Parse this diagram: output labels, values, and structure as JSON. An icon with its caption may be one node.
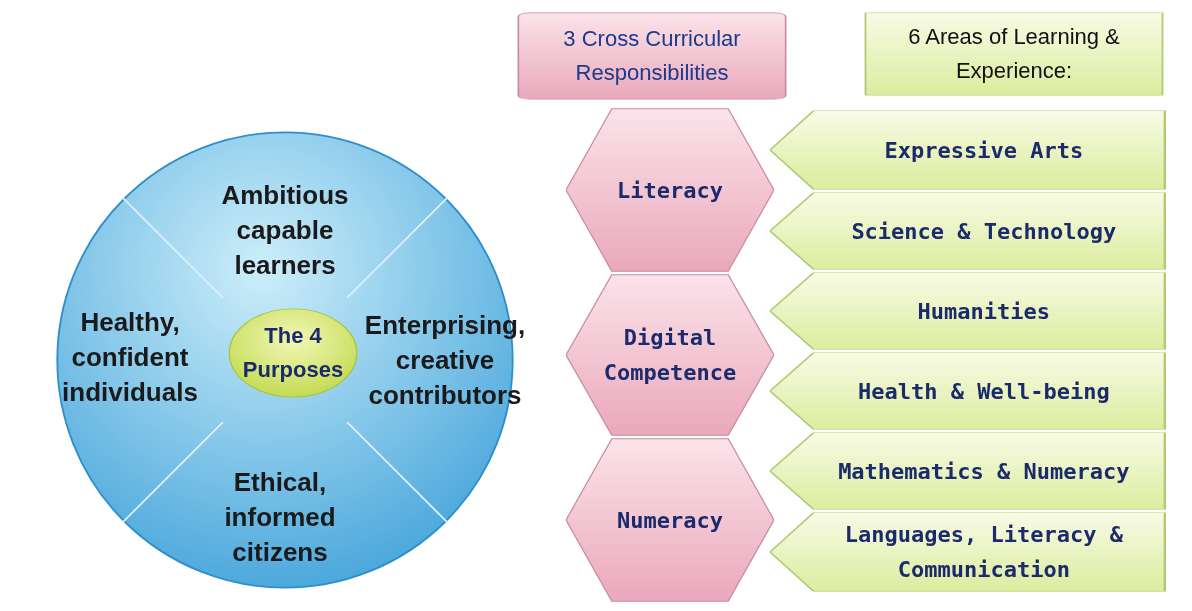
{
  "diagram": {
    "nodes": [
      {
        "text": [
          "Ambitious capable learners",
          "Healthy, confident individuals",
          "Enterprising, creative contributors",
          "Ethical, informed citizens"
        ]
      },
      {
        "text": [
          "The 4 Purposes"
        ],
        "in": 0
      },
      {
        "text": [
          "3 Cross Curricular Responsibilities"
        ]
      },
      {
        "text": [
          "6 Areas of Learning & Experience:"
        ]
      },
      {
        "text": [
          "Literacy"
        ]
      },
      {
        "text": [
          "Digital Competence"
        ]
      },
      {
        "text": [
          "Numeracy"
        ]
      },
      {
        "text": [
          "Expressive Arts"
        ]
      },
      {
        "text": [
          "Science & Technology"
        ]
      },
      {
        "text": [
          "Humanities"
        ]
      },
      {
        "text": [
          "Health & Well-being"
        ]
      },
      {
        "text": [
          "Mathematics & Numeracy"
        ]
      },
      {
        "text": [
          "Languages, Literacy & Communication"
        ]
      }
    ],
    "edges": []
  }
}
